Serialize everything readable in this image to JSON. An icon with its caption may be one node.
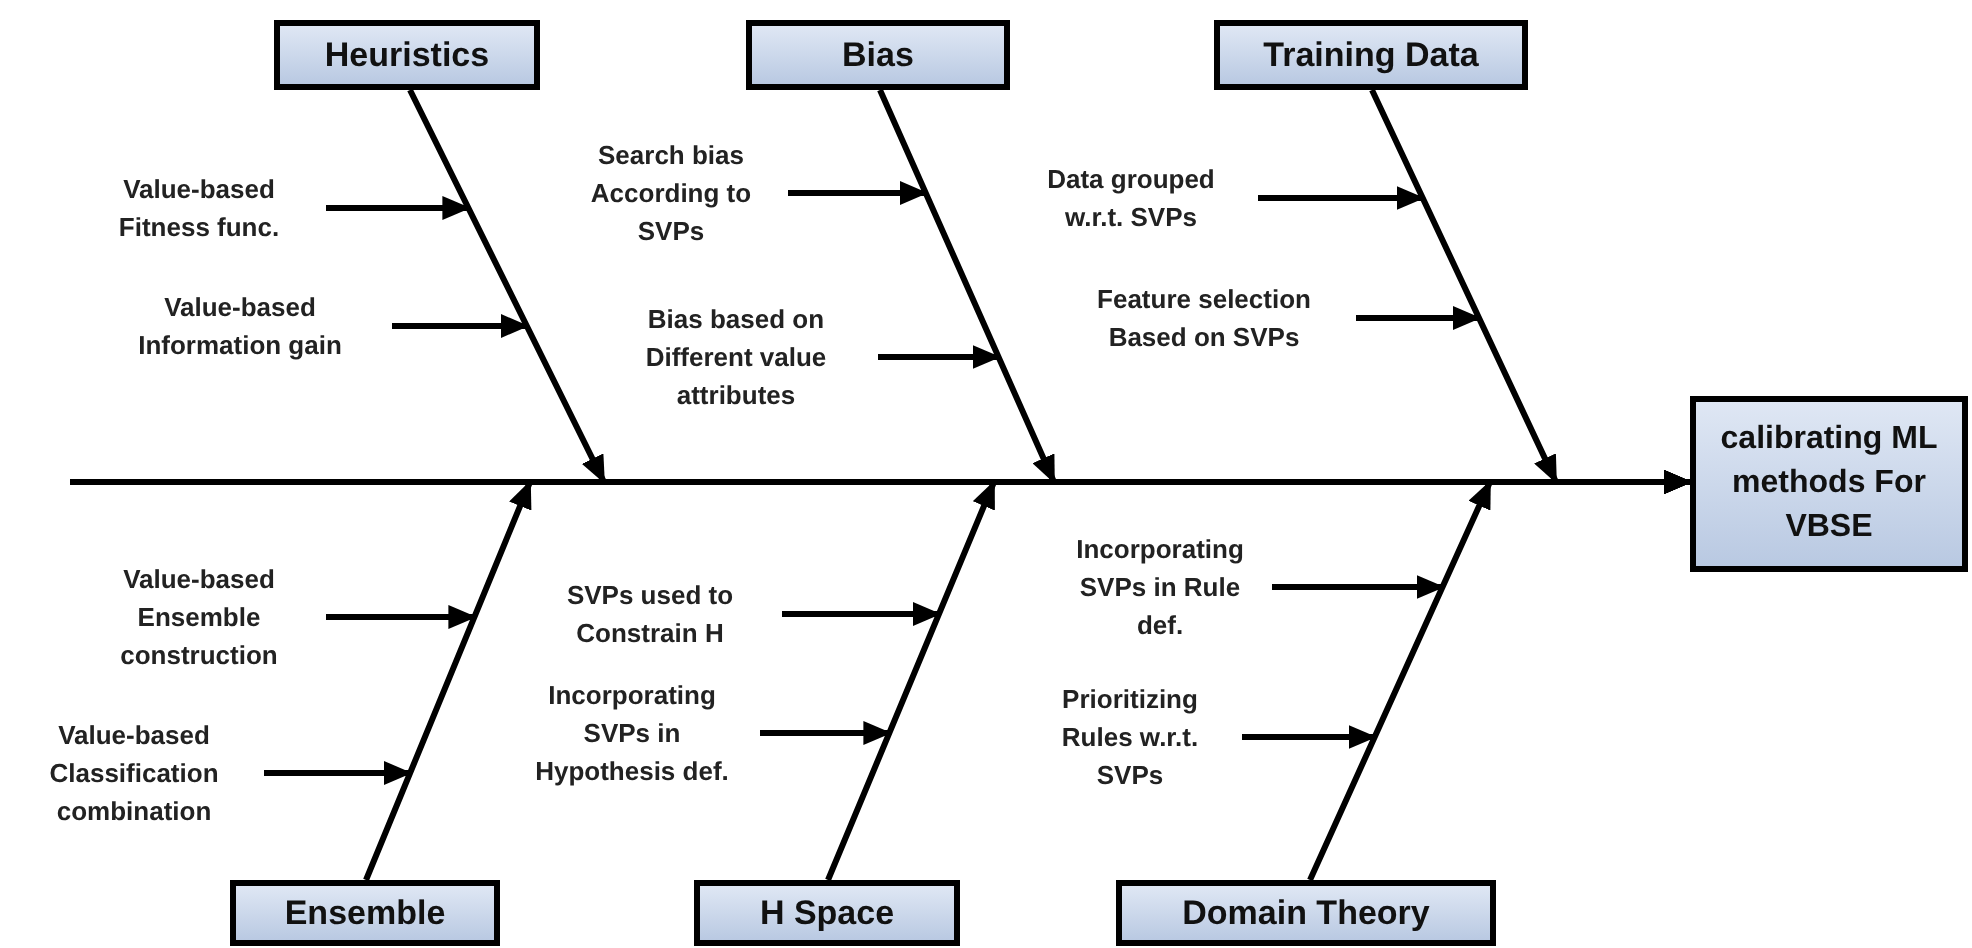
{
  "diagram": {
    "nodes": [
      {
        "text": [
          "Heuristics"
        ]
      },
      {
        "text": [
          "Bias"
        ]
      },
      {
        "text": [
          "Training Data"
        ]
      },
      {
        "text": [
          "Value-based Fitness func."
        ]
      },
      {
        "text": [
          "Search bias According to SVPs"
        ]
      },
      {
        "text": [
          "Data grouped w.r.t. SVPs"
        ]
      },
      {
        "text": [
          "Value-based Information gain"
        ]
      },
      {
        "text": [
          "Bias based on Different value attributes"
        ]
      },
      {
        "text": [
          "Feature selection Based on SVPs"
        ]
      },
      {
        "text": [
          "calibrating ML methods For VBSE"
        ]
      },
      {
        "text": [
          "Value-based Ensemble construction"
        ]
      },
      {
        "text": [
          "SVPs used to Constrain H"
        ]
      },
      {
        "text": [
          "Incorporating SVPs in Rule def."
        ]
      },
      {
        "text": [
          "Value-based Classification combination"
        ]
      },
      {
        "text": [
          "Incorporating SVPs in Hypothesis def."
        ]
      },
      {
        "text": [
          "Prioritizing Rules w.r.t. SVPs"
        ]
      },
      {
        "text": [
          "Ensemble"
        ]
      },
      {
        "text": [
          "H Space"
        ]
      },
      {
        "text": [
          "Domain Theory"
        ]
      }
    ],
    "edges": [
      {
        "from": 3,
        "to": null,
        "arrow": "to"
      },
      {
        "from": 6,
        "to": null,
        "arrow": "to"
      },
      {
        "from": 4,
        "to": null,
        "arrow": "to"
      },
      {
        "from": 7,
        "to": null,
        "arrow": "to"
      },
      {
        "from": 5,
        "to": null,
        "arrow": "to"
      },
      {
        "from": 8,
        "to": null,
        "arrow": "to"
      },
      {
        "from": 10,
        "to": null,
        "arrow": "to"
      },
      {
        "from": 13,
        "to": null,
        "arrow": "to"
      },
      {
        "from": 11,
        "to": null,
        "arrow": "to"
      },
      {
        "from": 14,
        "to": null,
        "arrow": "to"
      },
      {
        "from": 12,
        "to": null,
        "arrow": "to"
      },
      {
        "from": 15,
        "to": null,
        "arrow": "to"
      },
      {
        "from": 0,
        "to": 9,
        "arrow": "to"
      },
      {
        "from": 1,
        "to": 9,
        "arrow": "to"
      },
      {
        "from": 2,
        "to": 9,
        "arrow": "to"
      },
      {
        "from": 16,
        "to": 9,
        "arrow": "to"
      },
      {
        "from": 17,
        "to": 9,
        "arrow": "to"
      },
      {
        "from": 18,
        "to": 9,
        "arrow": "to"
      }
    ]
  }
}
